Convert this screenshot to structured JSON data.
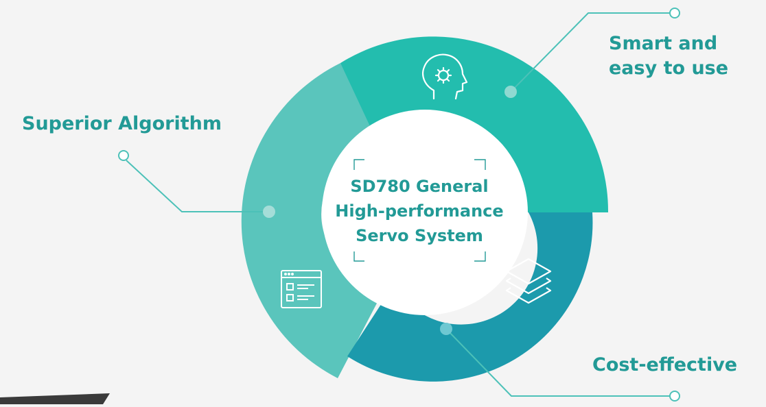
{
  "diagram": {
    "center": {
      "line1": "SD780 General",
      "line2": "High-performance",
      "line3": "Servo System"
    },
    "features": [
      {
        "id": "smart",
        "label_line1": "Smart and",
        "label_line2": "easy to use",
        "icon": "head-gear-icon"
      },
      {
        "id": "algorithm",
        "label": "Superior Algorithm",
        "icon": "window-list-icon"
      },
      {
        "id": "cost",
        "label": "Cost-effective",
        "icon": "layers-icon"
      }
    ]
  },
  "colors": {
    "background": "#f4f4f4",
    "smart_segment": "#23bdae",
    "algorithm_segment": "#5ac5bc",
    "cost_segment": "#1c9aac",
    "text": "#229a96",
    "connector": "#4cc1b8",
    "dot": "#8fd9d1"
  }
}
